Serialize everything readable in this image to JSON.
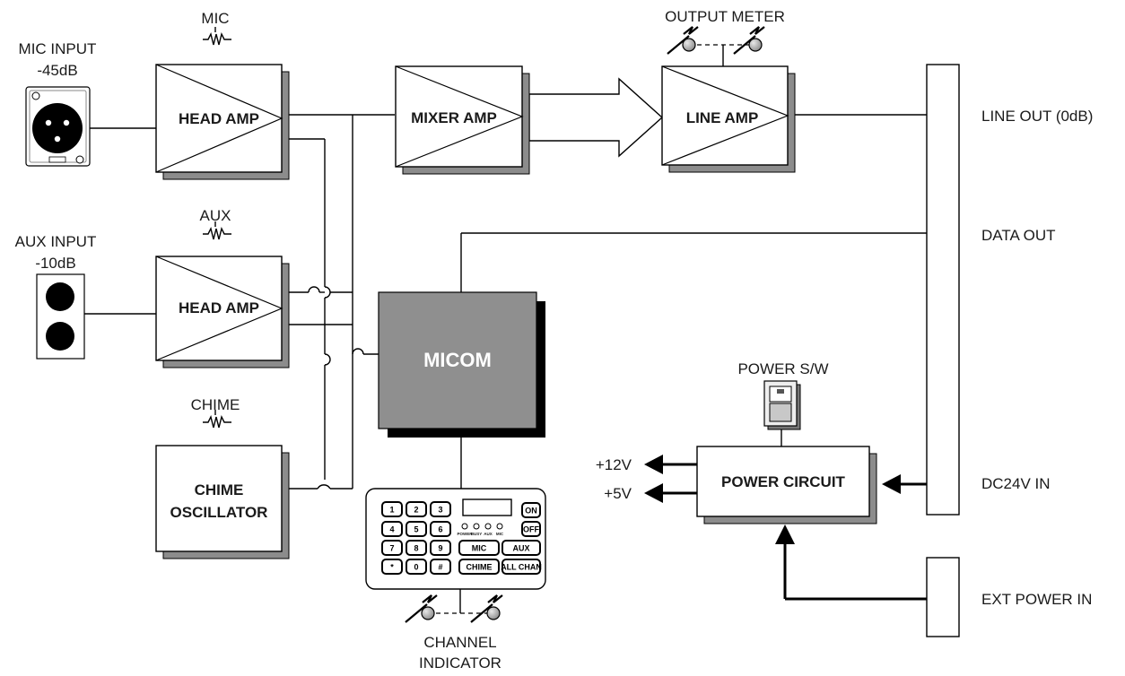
{
  "blocks": {
    "head_amp_mic": "HEAD AMP",
    "head_amp_aux": "HEAD AMP",
    "mixer_amp": "MIXER AMP",
    "line_amp": "LINE AMP",
    "micom": "MICOM",
    "chime_osc_line1": "CHIME",
    "chime_osc_line2": "OSCILLATOR",
    "power_circuit": "POWER CIRCUIT"
  },
  "labels": {
    "mic_input_line1": "MIC INPUT",
    "mic_input_line2": "-45dB",
    "aux_input_line1": "AUX INPUT",
    "aux_input_line2": "-10dB",
    "mic_pot": "MIC",
    "aux_pot": "AUX",
    "chime_pot": "CHIME",
    "output_meter": "OUTPUT METER",
    "power_sw": "POWER S/W",
    "plus12v": "+12V",
    "plus5v": "+5V",
    "channel_indicator_line1": "CHANNEL",
    "channel_indicator_line2": "INDICATOR"
  },
  "outputs": {
    "line_out": "LINE OUT (0dB)",
    "data_out": "DATA OUT",
    "dc24v_in": "DC24V IN",
    "ext_power_in": "EXT POWER IN"
  },
  "keypad": {
    "numeric_keys": [
      "1",
      "2",
      "3",
      "4",
      "5",
      "6",
      "7",
      "8",
      "9",
      "*",
      "0",
      "#"
    ],
    "on_key": "ON",
    "off_key": "OFF",
    "mic_key": "MIC",
    "aux_key": "AUX",
    "chime_key": "CHIME",
    "all_chan_key": "ALL CHAN",
    "indicator_labels": [
      "POWER",
      "BUSY",
      "AUX",
      "MIC"
    ]
  }
}
